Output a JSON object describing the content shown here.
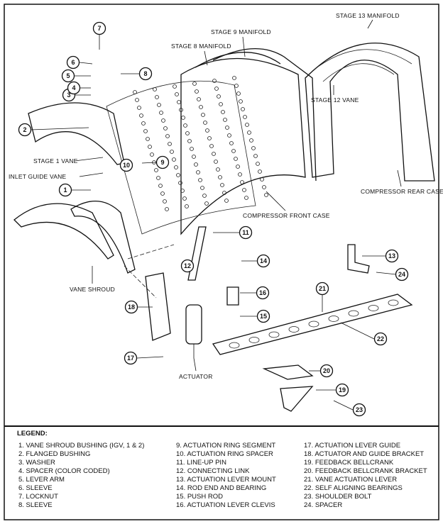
{
  "labels": {
    "stage13_manifold": "STAGE 13 MANIFOLD",
    "stage9_manifold": "STAGE 9 MANIFOLD",
    "stage8_manifold": "STAGE 8 MANIFOLD",
    "stage12_vane": "STAGE 12 VANE",
    "stage1_vane": "STAGE 1 VANE",
    "inlet_guide_vane": "INLET GUIDE VANE",
    "vane_shroud": "VANE SHROUD",
    "compressor_rear_case": "COMPRESSOR REAR CASE",
    "compressor_front_case": "COMPRESSOR FRONT CASE",
    "actuator": "ACTUATOR"
  },
  "callouts": [
    "1",
    "2",
    "3",
    "4",
    "5",
    "6",
    "7",
    "8",
    "9",
    "10",
    "11",
    "12",
    "13",
    "14",
    "15",
    "16",
    "17",
    "18",
    "19",
    "20",
    "21",
    "22",
    "23",
    "24"
  ],
  "legend": {
    "title": "LEGEND:",
    "items": [
      "1.  VANE SHROUD BUSHING (IGV, 1 & 2)",
      "2.  FLANGED BUSHING",
      "3.  WASHER",
      "4.  SPACER (COLOR CODED)",
      "5.  LEVER ARM",
      "6.  SLEEVE",
      "7.  LOCKNUT",
      "8.  SLEEVE",
      "9.  ACTUATION RING SEGMENT",
      "10.  ACTUATION RING SPACER",
      "11.  LINE-UP PIN",
      "12.  CONNECTING LINK",
      "13.  ACTUATION LEVER MOUNT",
      "14.  ROD END AND BEARING",
      "15.  PUSH ROD",
      "16.  ACTUATION LEVER CLEVIS",
      "17.  ACTUATION LEVER GUIDE",
      "18.  ACTUATOR AND GUIDE BRACKET",
      "19.  FEEDBACK BELLCRANK",
      "20.  FEEDBACK BELLCRANK BRACKET",
      "21.  VANE ACTUATION LEVER",
      "22.  SELF ALIGNING BEARINGS",
      "23.  SHOULDER BOLT",
      "24.  SPACER"
    ]
  }
}
